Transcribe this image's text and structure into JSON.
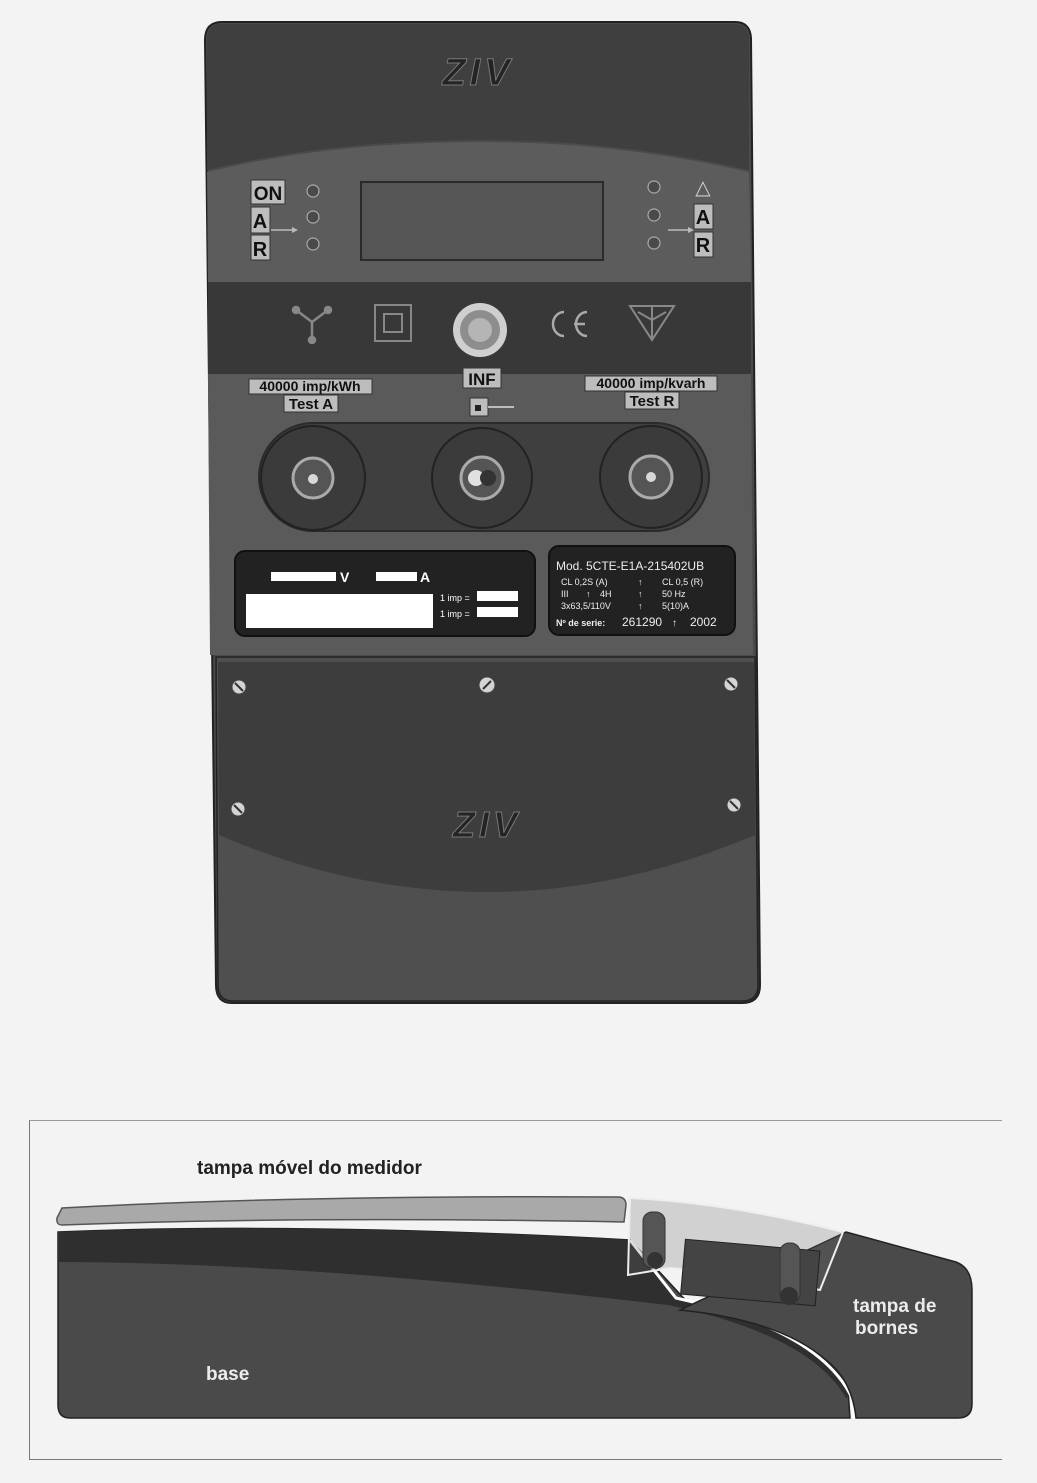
{
  "meter": {
    "brand": "ZIV",
    "left_leds": {
      "on": "ON",
      "a": "A",
      "r": "R"
    },
    "right_leds": {
      "delta": "△",
      "a": "A",
      "r": "R"
    },
    "inf_label": "INF",
    "ce_mark": "CE",
    "test_a": {
      "line1": "40000 imp/kWh",
      "line2": "Test A"
    },
    "test_r": {
      "line1": "40000 imp/kvarh",
      "line2": "Test R"
    },
    "plate_left": {
      "v": "V",
      "a": "A",
      "imp1": "1 imp =",
      "imp2": "1 imp ="
    },
    "plate_right": {
      "model": "Mod. 5CTE-E1A-215402UB",
      "r1c1": "CL 0,2S (A)",
      "r1c2": "CL 0,5 (R)",
      "r2c1": "III",
      "r2c2": "4H",
      "r2c3": "50 Hz",
      "r3c1": "3x63,5/110V",
      "r3c2": "5(10)A",
      "serial_label": "Nº de serie:",
      "serial": "261290",
      "year": "2002"
    },
    "icons": [
      "star-connection-icon",
      "double-insulation-icon",
      "optical-port-icon",
      "ce-mark-icon",
      "delta-connection-icon"
    ]
  },
  "side_diagram": {
    "cover_label": "tampa móvel do medidor",
    "terminal_label_1": "tampa de",
    "terminal_label_2": "bornes",
    "base_label": "base"
  },
  "colors": {
    "body_dark": "#444444",
    "body_mid": "#5f5f5f",
    "band": "#595959",
    "cover_light": "#a9a9a9",
    "chip": "#bdbdbd"
  }
}
